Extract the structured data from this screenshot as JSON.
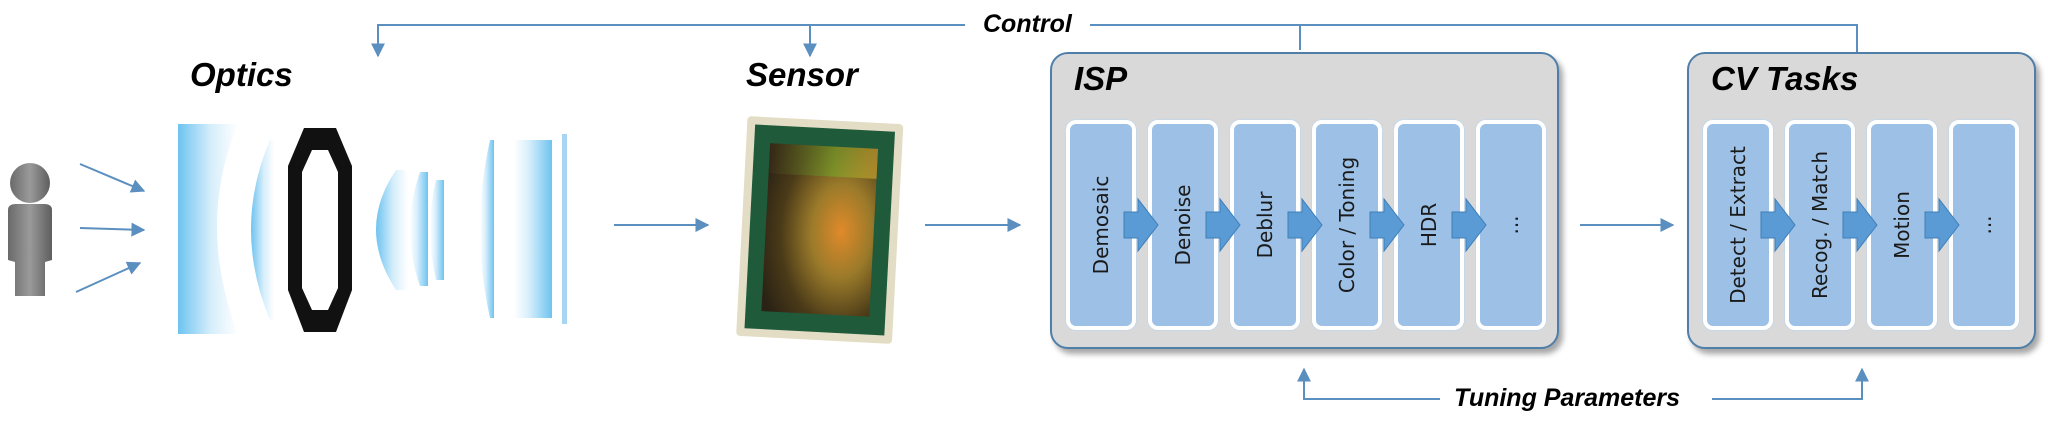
{
  "diagram": {
    "control_label": "Control",
    "tuning_label": "Tuning Parameters",
    "optics": {
      "title": "Optics"
    },
    "sensor": {
      "title": "Sensor"
    },
    "isp": {
      "title": "ISP",
      "steps": [
        "Demosaic",
        "Denoise",
        "Deblur",
        "Color / Toning",
        "HDR",
        "..."
      ]
    },
    "cv": {
      "title": "CV Tasks",
      "steps": [
        "Detect / Extract",
        "Recog. / Match",
        "Motion",
        "..."
      ]
    },
    "colors": {
      "arrow": "#5b8fc0",
      "step_fill": "#9cc0e6",
      "panel_fill": "#d9d9d9",
      "panel_border": "#4f7fa8",
      "chevron": "#5b9bd5"
    }
  }
}
